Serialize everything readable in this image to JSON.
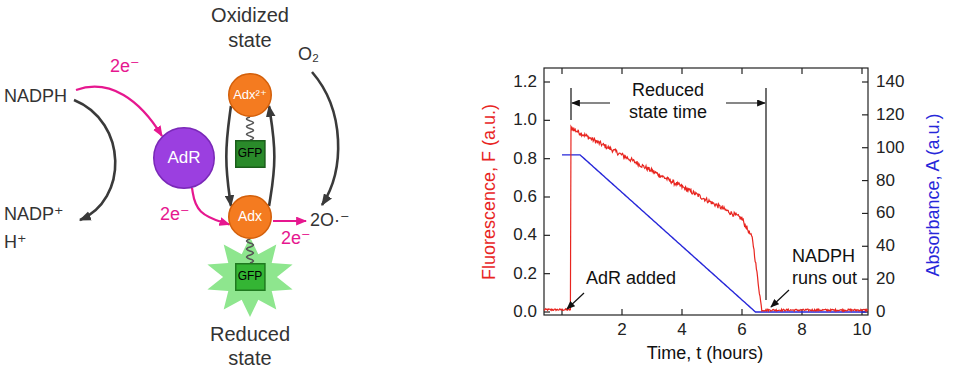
{
  "diagram": {
    "nodes": [
      {
        "text": [
          "Adx²⁺"
        ]
      },
      {
        "text": [
          "GFP"
        ]
      },
      {
        "text": [
          "AdR"
        ]
      },
      {
        "text": [
          "Adx"
        ]
      },
      {
        "text": [
          "GFP"
        ]
      }
    ],
    "edges": [
      {
        "from": 2,
        "to": 3,
        "label": "2e⁻",
        "arrow": "to"
      },
      {
        "from": 0,
        "to": 3,
        "arrow": "to"
      },
      {
        "from": 3,
        "to": 0,
        "arrow": "to"
      },
      {
        "from": 0,
        "to": 1,
        "arrow": "none"
      },
      {
        "from": 3,
        "to": 4,
        "arrow": "none"
      }
    ],
    "labels": [
      "Oxidized state",
      "NADPH",
      "2e⁻",
      "NADP⁺",
      "H⁺",
      "2e⁻",
      "O₂",
      "2O·⁻",
      "Reduced state",
      "Reduced state time",
      "AdR added",
      "NADPH runs out",
      "Fluorescence, F (a.u.)",
      "Absorbance, A (a.u.)",
      "Time, t (hours)",
      "0.0",
      "0.2",
      "0.4",
      "0.6",
      "0.8",
      "1.0",
      "1.2",
      "0",
      "20",
      "40",
      "60",
      "80",
      "100",
      "120",
      "140",
      "2",
      "4",
      "6",
      "8",
      "10"
    ]
  }
}
